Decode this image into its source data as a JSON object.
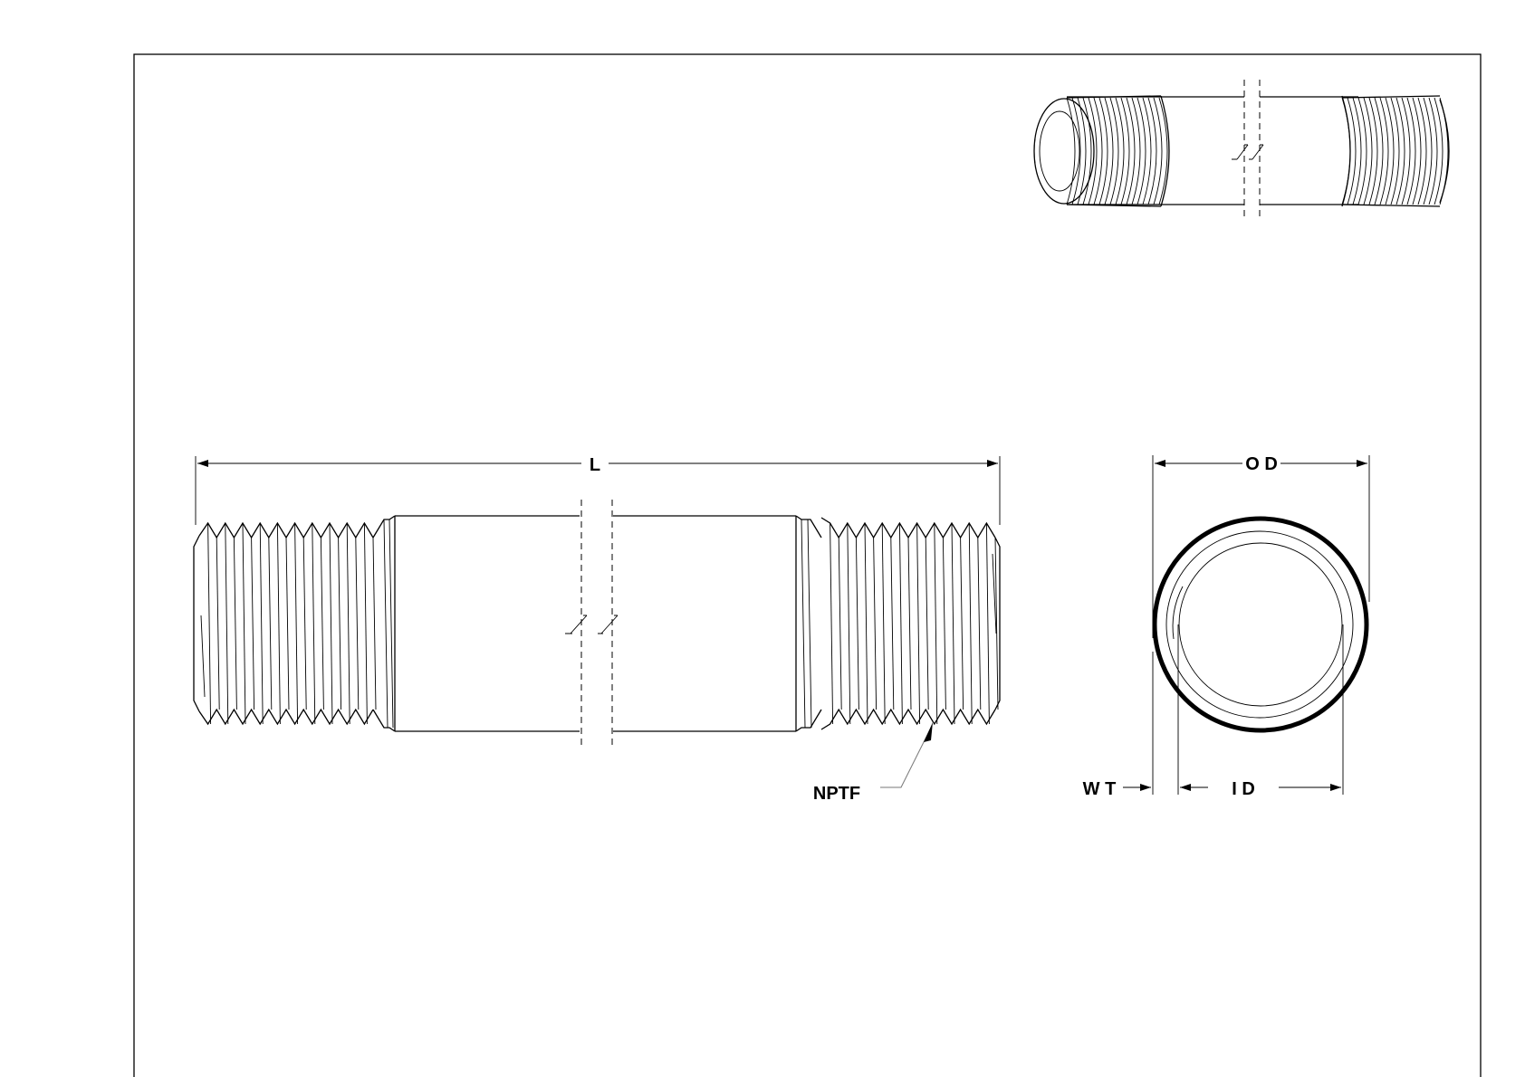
{
  "drawing": {
    "title": "Threaded pipe nipple drawing",
    "dimensions": {
      "length_label": "L",
      "outer_diameter_label": "O D",
      "inner_diameter_label": "I D",
      "wall_thickness_label": "W T"
    },
    "callouts": {
      "thread_label": "NPTF"
    },
    "colors": {
      "line": "#000000",
      "background": "#ffffff",
      "leader": "#777777"
    }
  }
}
